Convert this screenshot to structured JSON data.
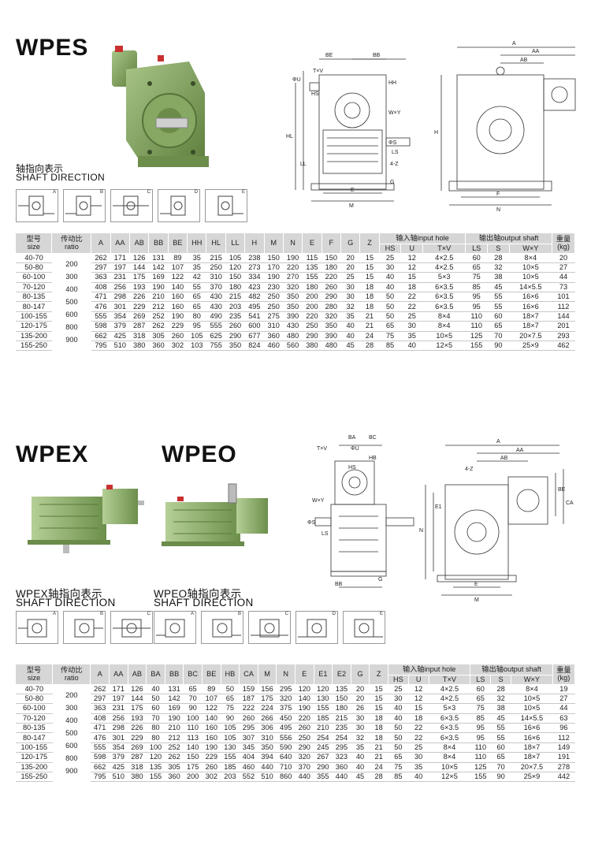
{
  "section1": {
    "title": "WPES",
    "shaft_cn": "轴指向表示",
    "shaft_en": "SHAFT DIRECTION",
    "directions": [
      "A",
      "B",
      "C",
      "D",
      "E"
    ],
    "drawing_labels": [
      "BE",
      "BB",
      "ΦU",
      "T×V",
      "HS",
      "HH",
      "HL",
      "LL",
      "W×Y",
      "ΦS",
      "LS",
      "4-Z",
      "G",
      "E",
      "M",
      "A",
      "AA",
      "AB",
      "H",
      "F",
      "N"
    ]
  },
  "section2": {
    "title1": "WPEX",
    "title2": "WPEO",
    "shaft_cn1": "WPEX轴指向表示",
    "shaft_en1": "SHAFT DIRECTION",
    "shaft_cn2": "WPEO轴指向表示",
    "shaft_en2": "SHAFT DIRECTION",
    "directions1": [
      "A",
      "B",
      "C"
    ],
    "directions2": [
      "A",
      "B",
      "C",
      "D",
      "E"
    ],
    "drawing_labels": [
      "BA",
      "BC",
      "T×V",
      "ΦU",
      "HB",
      "HS",
      "W×Y",
      "ΦS",
      "LS",
      "BB",
      "G",
      "A",
      "AA",
      "AB",
      "4-Z",
      "BE",
      "CA",
      "E1",
      "N",
      "E",
      "M"
    ]
  },
  "table1": {
    "headers": {
      "model_cn": "型号",
      "model_en": "size",
      "ratio_cn": "传动比",
      "ratio_en": "ratio",
      "cols": [
        "A",
        "AA",
        "AB",
        "BB",
        "BE",
        "HH",
        "HL",
        "LL",
        "H",
        "M",
        "N",
        "E",
        "F",
        "G",
        "Z"
      ],
      "input_group": "输入轴input hole",
      "input_cols": [
        "HS",
        "U",
        "T×V"
      ],
      "output_group": "输出轴output shaft",
      "output_cols": [
        "LS",
        "S",
        "W×Y"
      ],
      "weight_cn": "重量",
      "weight_en": "(kg)"
    },
    "ratios": [
      "200",
      "300",
      "400",
      "500",
      "600",
      "800",
      "900"
    ],
    "rows": [
      [
        "40-70",
        "262",
        "171",
        "126",
        "131",
        "89",
        "35",
        "215",
        "105",
        "238",
        "150",
        "190",
        "115",
        "150",
        "20",
        "15",
        "25",
        "12",
        "4×2.5",
        "60",
        "28",
        "8×4",
        "20"
      ],
      [
        "50-80",
        "297",
        "197",
        "144",
        "142",
        "107",
        "35",
        "250",
        "120",
        "273",
        "170",
        "220",
        "135",
        "180",
        "20",
        "15",
        "30",
        "12",
        "4×2.5",
        "65",
        "32",
        "10×5",
        "27"
      ],
      [
        "60-100",
        "363",
        "231",
        "175",
        "169",
        "122",
        "42",
        "310",
        "150",
        "334",
        "190",
        "270",
        "155",
        "220",
        "25",
        "15",
        "40",
        "15",
        "5×3",
        "75",
        "38",
        "10×5",
        "44"
      ],
      [
        "70-120",
        "408",
        "256",
        "193",
        "190",
        "140",
        "55",
        "370",
        "180",
        "423",
        "230",
        "320",
        "180",
        "260",
        "30",
        "18",
        "40",
        "18",
        "6×3.5",
        "85",
        "45",
        "14×5.5",
        "73"
      ],
      [
        "80-135",
        "471",
        "298",
        "226",
        "210",
        "160",
        "65",
        "430",
        "215",
        "482",
        "250",
        "350",
        "200",
        "290",
        "30",
        "18",
        "50",
        "22",
        "6×3.5",
        "95",
        "55",
        "16×6",
        "101"
      ],
      [
        "80-147",
        "476",
        "301",
        "229",
        "212",
        "160",
        "65",
        "430",
        "203",
        "495",
        "250",
        "350",
        "200",
        "280",
        "32",
        "18",
        "50",
        "22",
        "6×3.5",
        "95",
        "55",
        "16×6",
        "112"
      ],
      [
        "100-155",
        "555",
        "354",
        "269",
        "252",
        "190",
        "80",
        "490",
        "235",
        "541",
        "275",
        "390",
        "220",
        "320",
        "35",
        "21",
        "50",
        "25",
        "8×4",
        "110",
        "60",
        "18×7",
        "144"
      ],
      [
        "120-175",
        "598",
        "379",
        "287",
        "262",
        "229",
        "95",
        "555",
        "260",
        "600",
        "310",
        "430",
        "250",
        "350",
        "40",
        "21",
        "65",
        "30",
        "8×4",
        "110",
        "65",
        "18×7",
        "201"
      ],
      [
        "135-200",
        "662",
        "425",
        "318",
        "305",
        "260",
        "105",
        "625",
        "290",
        "677",
        "360",
        "480",
        "290",
        "390",
        "40",
        "24",
        "75",
        "35",
        "10×5",
        "125",
        "70",
        "20×7.5",
        "293"
      ],
      [
        "155-250",
        "795",
        "510",
        "380",
        "360",
        "302",
        "103",
        "755",
        "350",
        "824",
        "460",
        "560",
        "380",
        "480",
        "45",
        "28",
        "85",
        "40",
        "12×5",
        "155",
        "90",
        "25×9",
        "462"
      ]
    ]
  },
  "table2": {
    "headers": {
      "model_cn": "型号",
      "model_en": "size",
      "ratio_cn": "传动比",
      "ratio_en": "ratio",
      "cols": [
        "A",
        "AA",
        "AB",
        "BA",
        "BB",
        "BC",
        "BE",
        "HB",
        "CA",
        "M",
        "N",
        "E",
        "E1",
        "E2",
        "G",
        "Z"
      ],
      "input_group": "输入轴input hole",
      "input_cols": [
        "HS",
        "U",
        "T×V"
      ],
      "output_group": "输出轴output shaft",
      "output_cols": [
        "LS",
        "S",
        "W×Y"
      ],
      "weight_cn": "重量",
      "weight_en": "(kg)"
    },
    "ratios": [
      "200",
      "300",
      "400",
      "500",
      "600",
      "800",
      "900"
    ],
    "rows": [
      [
        "40-70",
        "262",
        "171",
        "126",
        "40",
        "131",
        "65",
        "89",
        "50",
        "159",
        "156",
        "295",
        "120",
        "120",
        "135",
        "20",
        "15",
        "25",
        "12",
        "4×2.5",
        "60",
        "28",
        "8×4",
        "19"
      ],
      [
        "50-80",
        "297",
        "197",
        "144",
        "50",
        "142",
        "70",
        "107",
        "65",
        "187",
        "175",
        "320",
        "140",
        "130",
        "150",
        "20",
        "15",
        "30",
        "12",
        "4×2.5",
        "65",
        "32",
        "10×5",
        "27"
      ],
      [
        "60-100",
        "363",
        "231",
        "175",
        "60",
        "169",
        "90",
        "122",
        "75",
        "222",
        "224",
        "375",
        "190",
        "155",
        "180",
        "26",
        "15",
        "40",
        "15",
        "5×3",
        "75",
        "38",
        "10×5",
        "44"
      ],
      [
        "70-120",
        "408",
        "256",
        "193",
        "70",
        "190",
        "100",
        "140",
        "90",
        "260",
        "266",
        "450",
        "220",
        "185",
        "215",
        "30",
        "18",
        "40",
        "18",
        "6×3.5",
        "85",
        "45",
        "14×5.5",
        "63"
      ],
      [
        "80-135",
        "471",
        "298",
        "226",
        "80",
        "210",
        "110",
        "160",
        "105",
        "295",
        "306",
        "495",
        "260",
        "210",
        "235",
        "30",
        "18",
        "50",
        "22",
        "6×3.5",
        "95",
        "55",
        "16×6",
        "96"
      ],
      [
        "80-147",
        "476",
        "301",
        "229",
        "80",
        "212",
        "113",
        "160",
        "105",
        "307",
        "310",
        "556",
        "250",
        "254",
        "254",
        "32",
        "18",
        "50",
        "22",
        "6×3.5",
        "95",
        "55",
        "16×6",
        "112"
      ],
      [
        "100-155",
        "555",
        "354",
        "269",
        "100",
        "252",
        "140",
        "190",
        "130",
        "345",
        "350",
        "590",
        "290",
        "245",
        "295",
        "35",
        "21",
        "50",
        "25",
        "8×4",
        "110",
        "60",
        "18×7",
        "149"
      ],
      [
        "120-175",
        "598",
        "379",
        "287",
        "120",
        "262",
        "150",
        "229",
        "155",
        "404",
        "394",
        "640",
        "320",
        "267",
        "323",
        "40",
        "21",
        "65",
        "30",
        "8×4",
        "110",
        "65",
        "18×7",
        "191"
      ],
      [
        "135-200",
        "662",
        "425",
        "318",
        "135",
        "305",
        "175",
        "260",
        "185",
        "460",
        "440",
        "710",
        "370",
        "290",
        "360",
        "40",
        "24",
        "75",
        "35",
        "10×5",
        "125",
        "70",
        "20×7.5",
        "278"
      ],
      [
        "155-250",
        "795",
        "510",
        "380",
        "155",
        "360",
        "200",
        "302",
        "203",
        "552",
        "510",
        "860",
        "440",
        "355",
        "440",
        "45",
        "28",
        "85",
        "40",
        "12×5",
        "155",
        "90",
        "25×9",
        "442"
      ]
    ]
  },
  "colors": {
    "header_bg": "#d6d6d6",
    "gearbox_green": "#7fa35c"
  }
}
